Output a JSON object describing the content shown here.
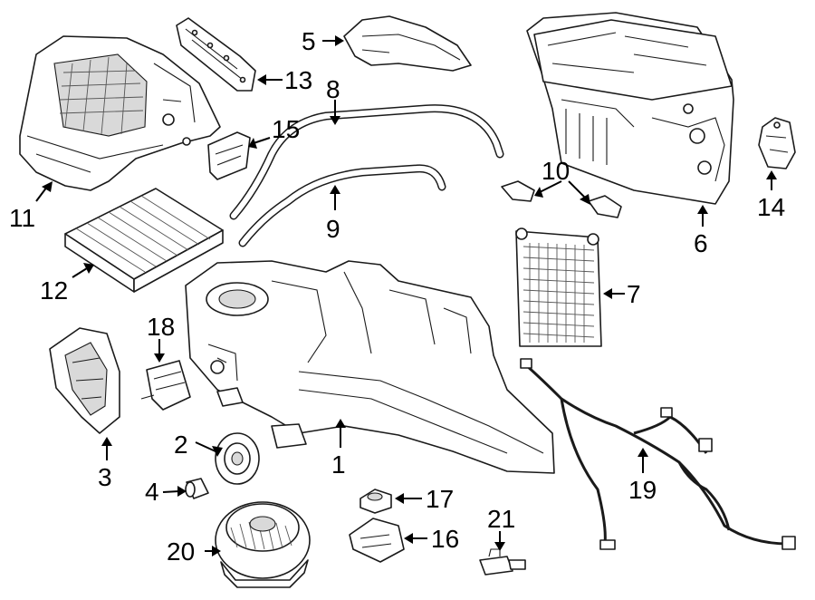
{
  "callouts": [
    "1",
    "2",
    "3",
    "4",
    "5",
    "6",
    "7",
    "8",
    "9",
    "10",
    "11",
    "12",
    "13",
    "14",
    "15",
    "16",
    "17",
    "18",
    "19",
    "20",
    "21"
  ]
}
